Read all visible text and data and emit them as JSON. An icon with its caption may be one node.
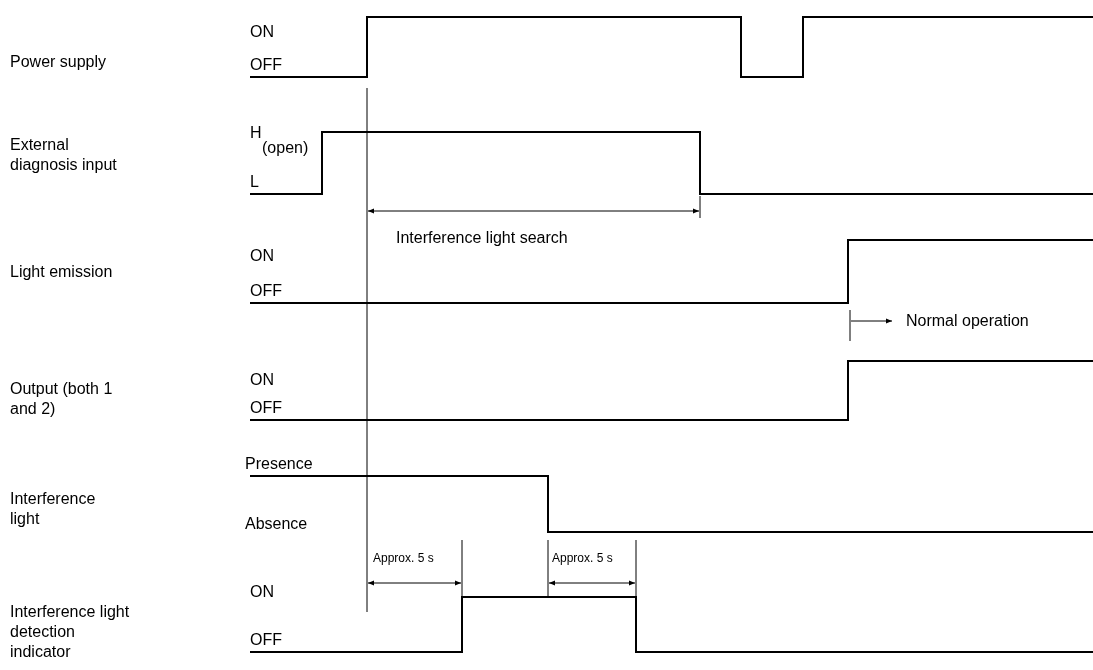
{
  "diagram": {
    "labels": [
      "ON",
      "Power supply",
      "OFF",
      "H",
      "(open)",
      "External diagnosis input",
      "L",
      "Interference light search",
      "ON",
      "Light emission",
      "OFF",
      "Normal operation",
      "Output (both 1 and 2)",
      "ON",
      "OFF",
      "Presence",
      "Interference light",
      "Absence",
      "Approx. 5 s",
      "Approx. 5 s",
      "ON",
      "Interference light detection indicator",
      "OFF"
    ]
  }
}
